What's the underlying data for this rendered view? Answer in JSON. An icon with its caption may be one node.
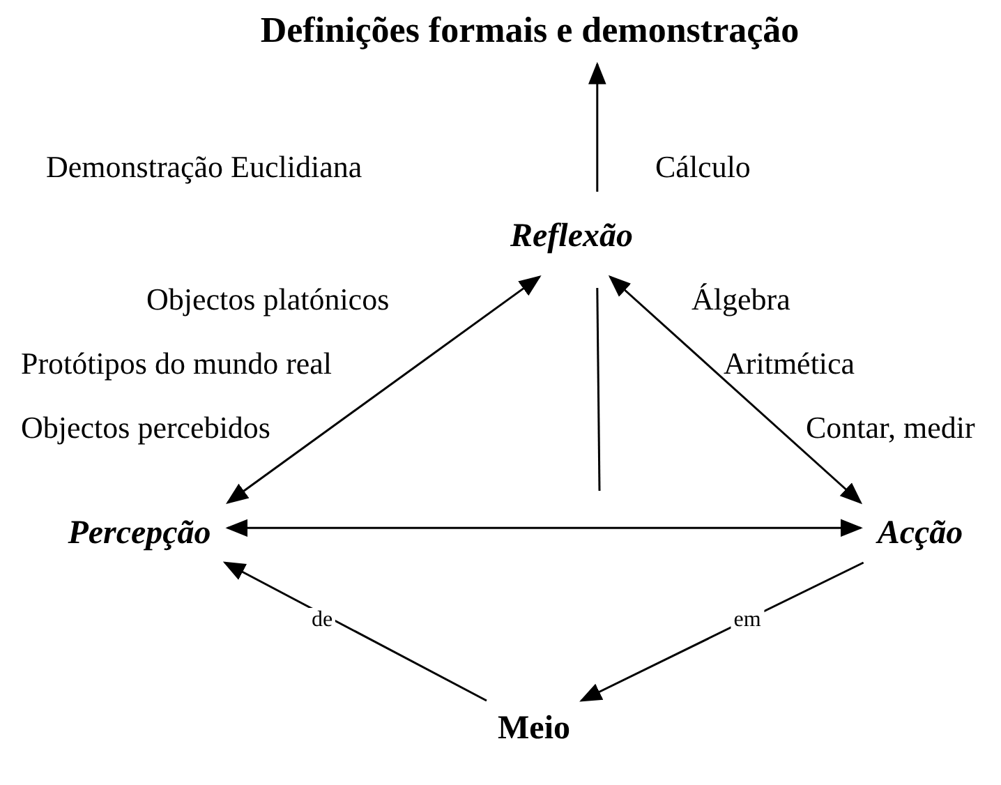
{
  "diagram": {
    "nodes": [
      {
        "text": [
          "Definições formais e demonstração"
        ]
      },
      {
        "text": [
          "Reflexão"
        ]
      },
      {
        "text": [
          "Percepção"
        ]
      },
      {
        "text": [
          "Acção"
        ]
      },
      {
        "text": [
          "Meio"
        ]
      }
    ],
    "edges": [
      {
        "from": 1,
        "to": 0,
        "arrow": "to"
      },
      {
        "from": 1,
        "to": 2,
        "arrow": "both"
      },
      {
        "from": 1,
        "to": 3,
        "arrow": "both"
      },
      {
        "from": 2,
        "to": 3,
        "arrow": "both"
      },
      {
        "from": 1,
        "to": null,
        "arrow": "none"
      },
      {
        "from": 4,
        "to": 2,
        "arrow": "to",
        "label": "de"
      },
      {
        "from": 3,
        "to": 4,
        "arrow": "to",
        "label": "em"
      }
    ],
    "labels": [
      "Demonstração Euclidiana",
      "Cálculo",
      "Objectos platónicos",
      "Protótipos do mundo real",
      "Objectos percebidos",
      "Álgebra",
      "Aritmética",
      "Contar, medir"
    ]
  }
}
